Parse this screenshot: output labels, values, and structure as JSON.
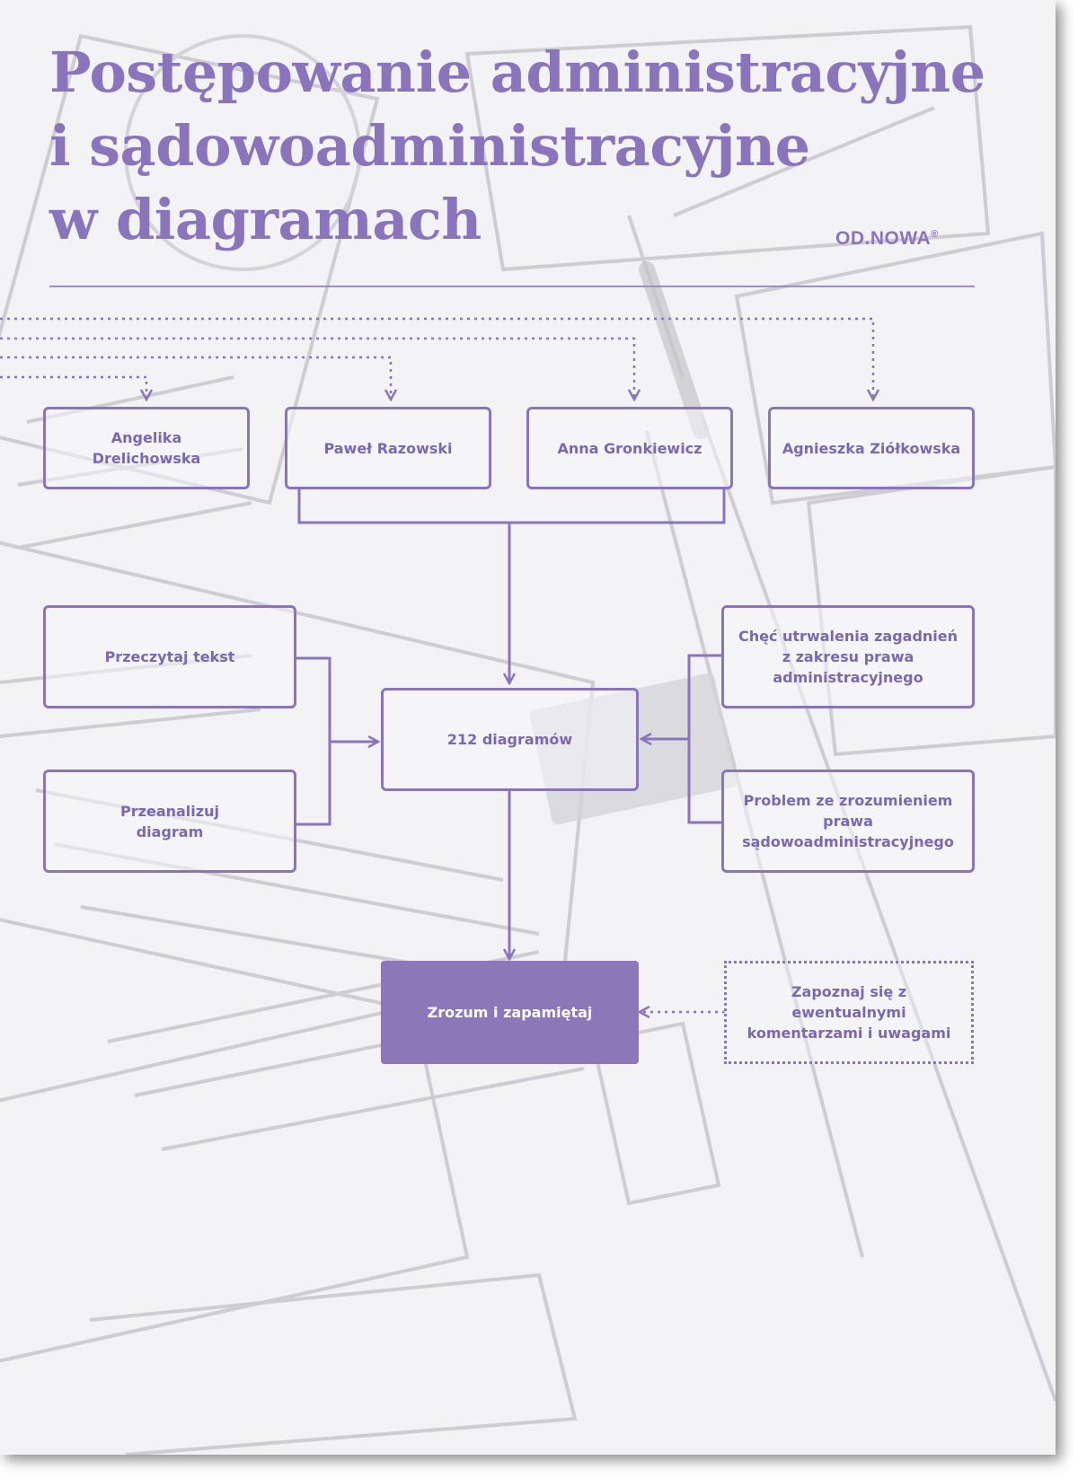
{
  "cover": {
    "title_lines": [
      "Postępowanie administracyjne",
      "i sądowoadministracyjne",
      "w diagramach"
    ],
    "publisher": "OD.NOWA",
    "publisher_mark": "®"
  },
  "diagram": {
    "authors": [
      "Angelika Drelichowska",
      "Paweł Razowski",
      "Anna Gronkiewicz",
      "Agnieszka Ziółkowska"
    ],
    "left_steps": [
      "Przeczytaj tekst",
      "Przeanalizuj diagram"
    ],
    "center": "212 diagramów",
    "right_reasons": [
      "Chęć utrwalenia zagadnień z zakresu prawa administracyjnego",
      "Problem ze zrozumieniem prawa sądowoadministracyjnego"
    ],
    "result": "Zrozum i zapamiętaj",
    "note": "Zapoznaj się z ewentualnymi komentarzami i uwagami"
  },
  "colors": {
    "accent": "#8a75bd",
    "accent_fill": "#8c77b9",
    "background": "#f3f3f5"
  }
}
